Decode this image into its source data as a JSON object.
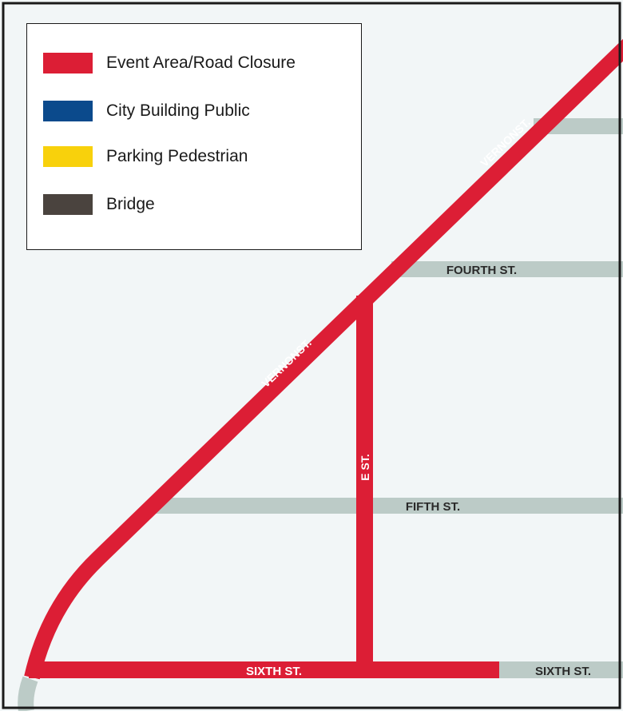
{
  "colors": {
    "background": "#f2f6f7",
    "frame": "#1a1a1a",
    "closure_red": "#dc1e35",
    "open_street_gray": "#bccbc7",
    "street_label_dark": "#2a2a2a",
    "street_label_light": "#ffffff"
  },
  "legend": {
    "items": [
      {
        "label": "Event Area/Road Closure",
        "color": "#dc1e35"
      },
      {
        "label": "City Building Public",
        "color": "#0b4a8c"
      },
      {
        "label": "Parking Pedestrian",
        "color": "#f8d10c"
      },
      {
        "label": "Bridge",
        "color": "#4a433e"
      }
    ]
  },
  "streets": {
    "vernon_upper": "VERNONST.",
    "vernon_lower": "VERNONST.",
    "fourth": "FOURTH ST.",
    "fifth": "FIFTH ST.",
    "e_st": "E ST.",
    "sixth_closed": "SIXTH ST.",
    "sixth_open": "SIXTH ST."
  }
}
